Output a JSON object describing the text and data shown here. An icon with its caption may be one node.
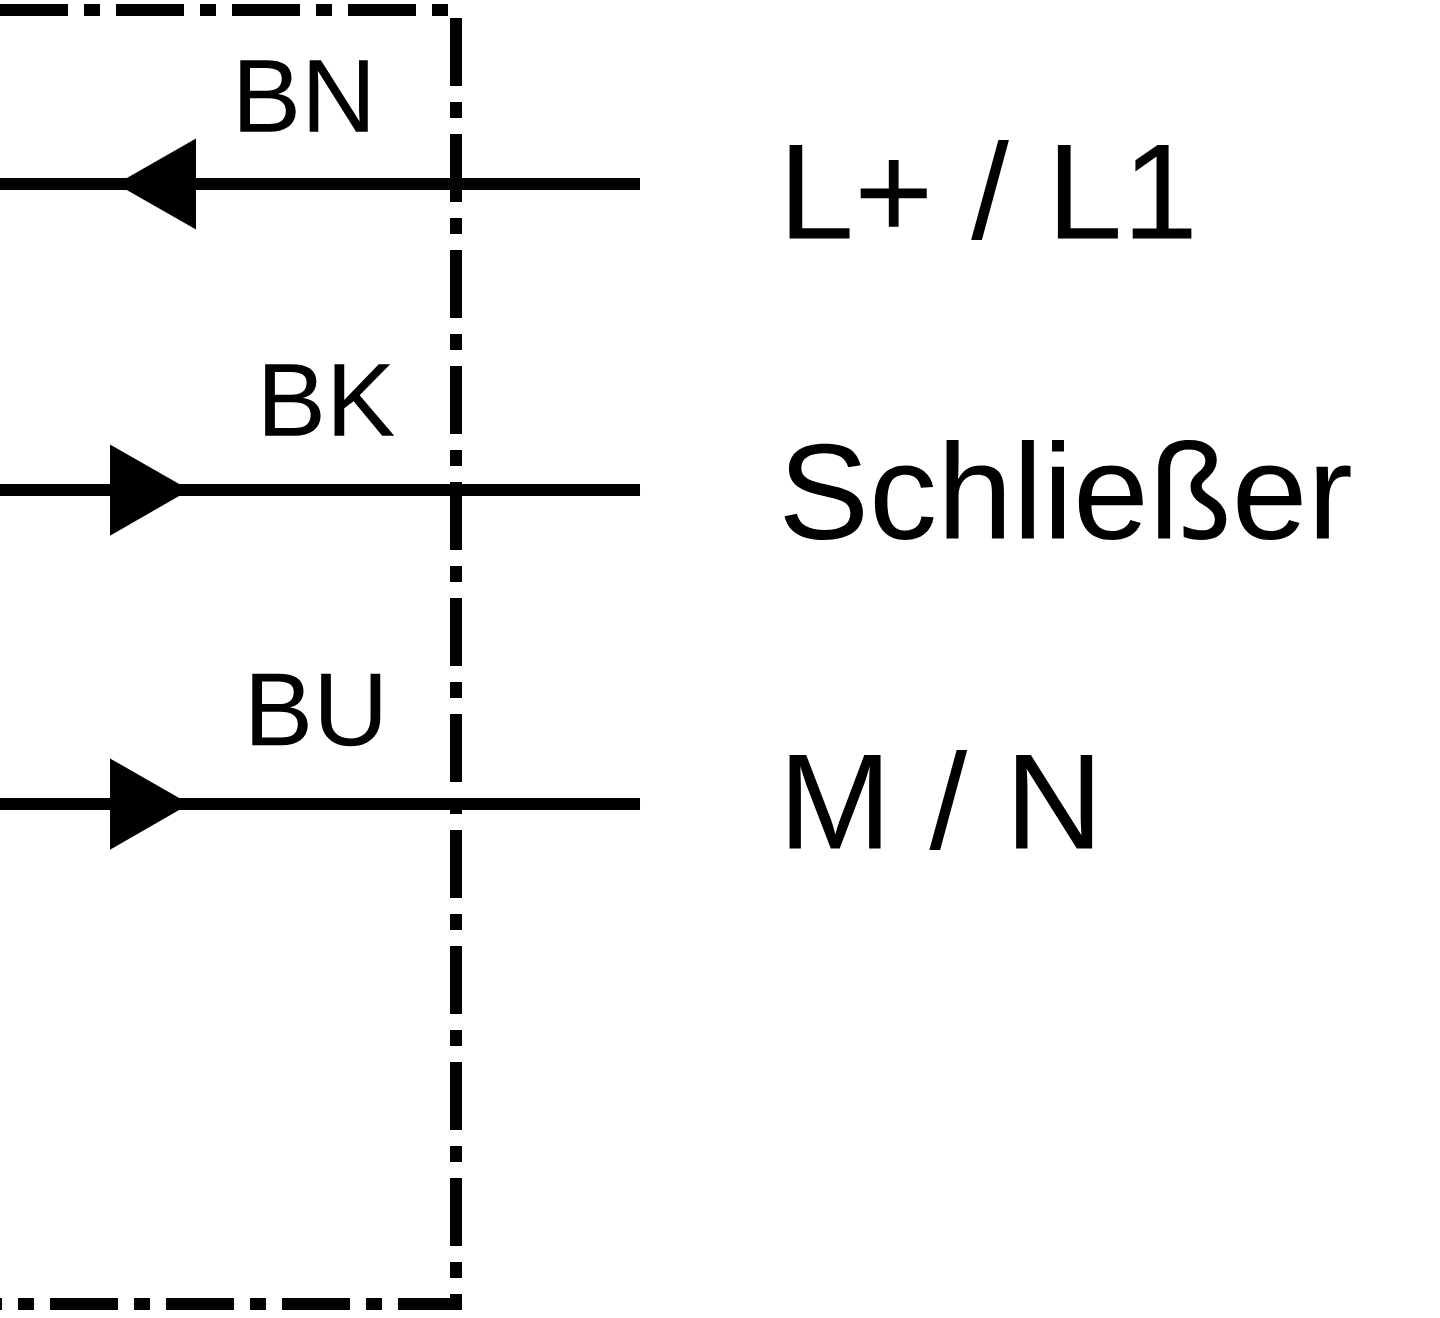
{
  "diagram": {
    "labels": [
      "BN",
      "L+ / L1",
      "BK",
      "Schließer",
      "BU",
      "M / N"
    ]
  }
}
